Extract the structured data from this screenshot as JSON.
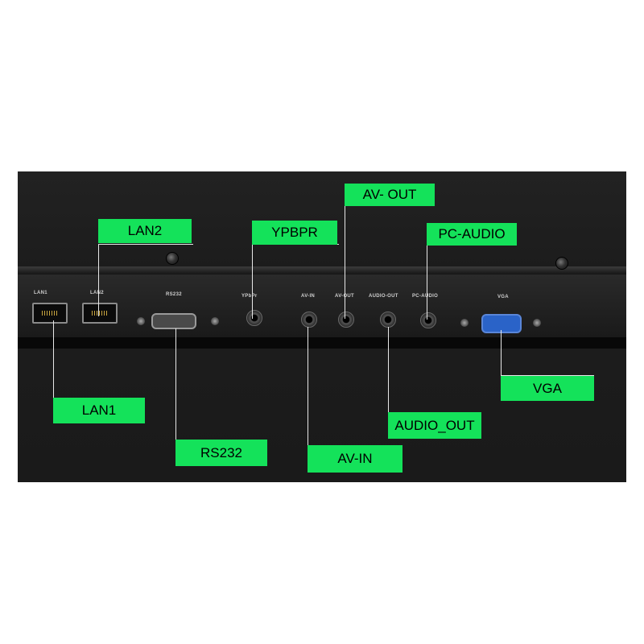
{
  "callouts": {
    "lan2": "LAN2",
    "ypbpr": "YPBPR",
    "av_out": "AV- OUT",
    "pc_audio": "PC-AUDIO",
    "lan1": "LAN1",
    "rs232": "RS232",
    "av_in": "AV-IN",
    "audio_out": "AUDIO_OUT",
    "vga": "VGA"
  },
  "port_labels": {
    "lan1": "LAN1",
    "lan2": "LAN2",
    "rs232": "RS232",
    "ypbpr": "YPbPr",
    "av_in": "AV-IN",
    "av_out": "AV-OUT",
    "audio_out": "AUDIO-OUT",
    "pc_audio": "PC-AUDIO",
    "vga": "VGA"
  },
  "colors": {
    "callout_background": "#14e25a",
    "panel": "#1e1e1e",
    "vga_connector": "#2a63c8"
  }
}
